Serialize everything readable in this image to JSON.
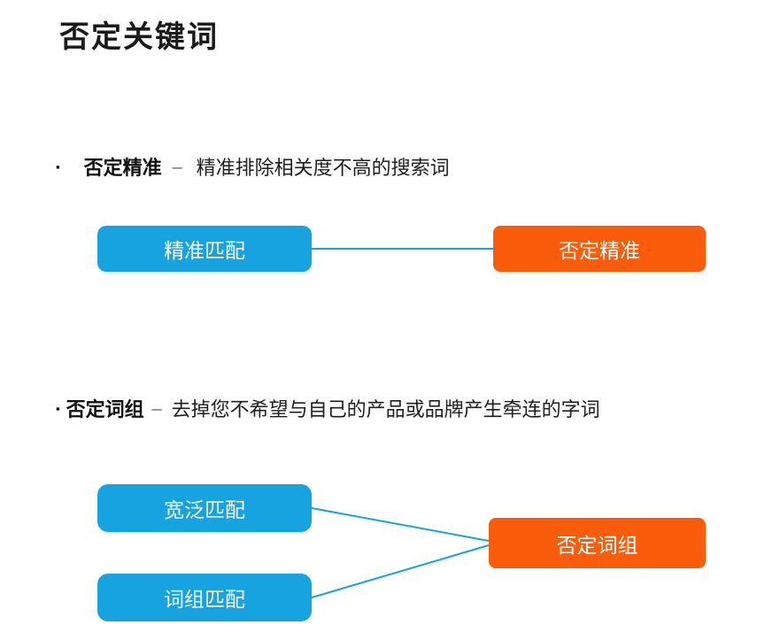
{
  "page": {
    "title": "否定关键词",
    "colors": {
      "blue": "#17A2E0",
      "orange": "#F95D0B",
      "text": "#1f1f1f"
    }
  },
  "section1": {
    "bullet": "▪",
    "term": "否定精准",
    "dash": "–",
    "description": "精准排除相关度不高的搜索词",
    "diagram": {
      "left_box": "精准匹配",
      "right_box": "否定精准"
    }
  },
  "section2": {
    "bullet": "▪",
    "term": "否定词组",
    "dash": "–",
    "description": "去掉您不希望与自己的产品或品牌产生牵连的字词",
    "diagram": {
      "top_left_box": "宽泛匹配",
      "bottom_left_box": "词组匹配",
      "right_box": "否定词组"
    }
  }
}
